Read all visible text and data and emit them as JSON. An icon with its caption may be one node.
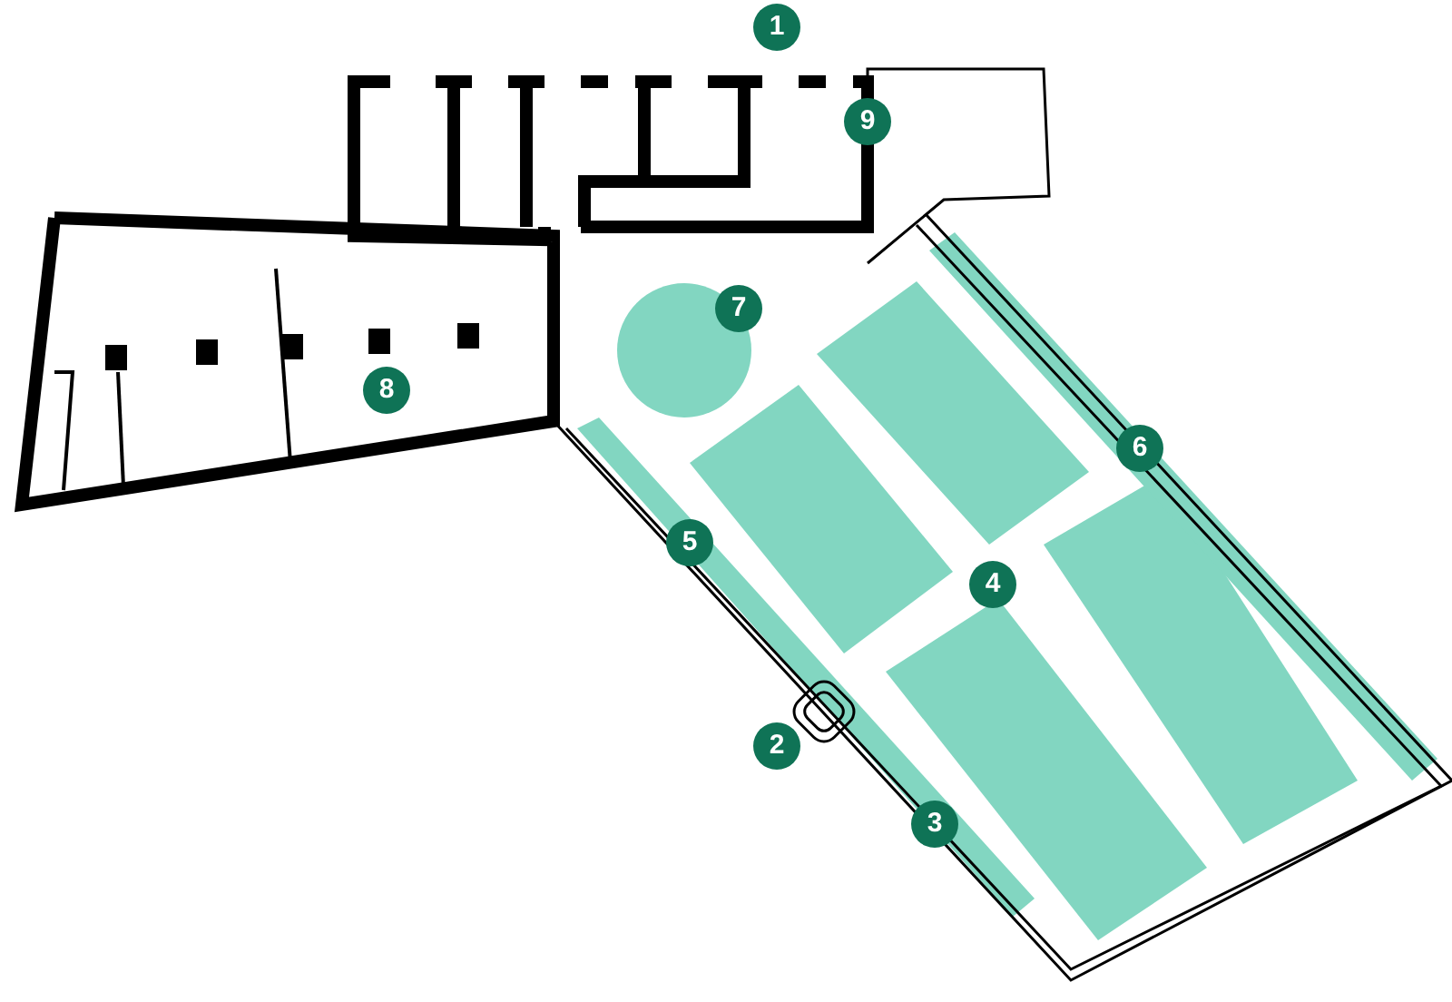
{
  "diagram": {
    "labels": [
      "1",
      "9",
      "7",
      "8",
      "6",
      "5",
      "4",
      "2",
      "3"
    ]
  }
}
